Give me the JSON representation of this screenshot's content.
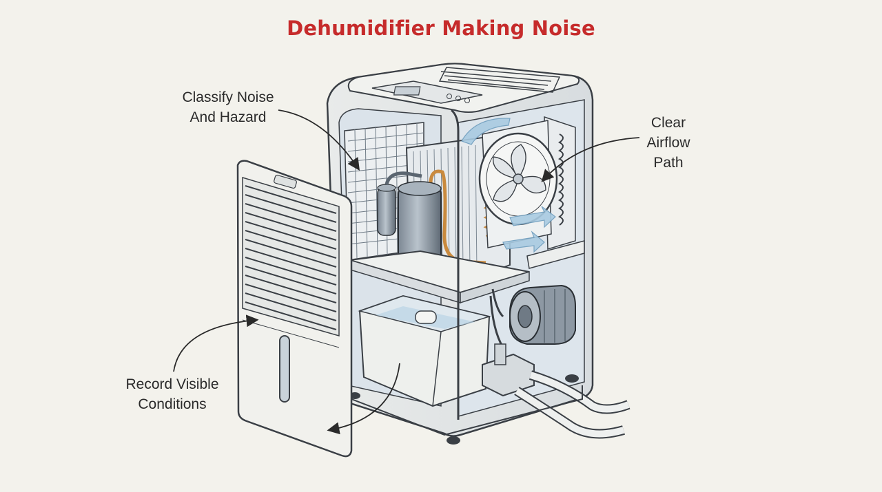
{
  "title": "Dehumidifier Making Noise",
  "callouts": {
    "classify_noise": {
      "line1": "Classify Noise",
      "line2": "And Hazard"
    },
    "airflow": {
      "line1": "Clear",
      "line2": "Airflow",
      "line3": "Path"
    },
    "record": {
      "line1": "Record Visible",
      "line2": "Conditions"
    }
  },
  "colors": {
    "title": "#c62b2b",
    "background": "#f3f2ec",
    "outline": "#3a3f45",
    "panel": "#eeeeea",
    "metal": "#8e9aa6",
    "copper": "#c98a3e",
    "interior": "#dfe6ec",
    "air": "#9fc3dc"
  }
}
